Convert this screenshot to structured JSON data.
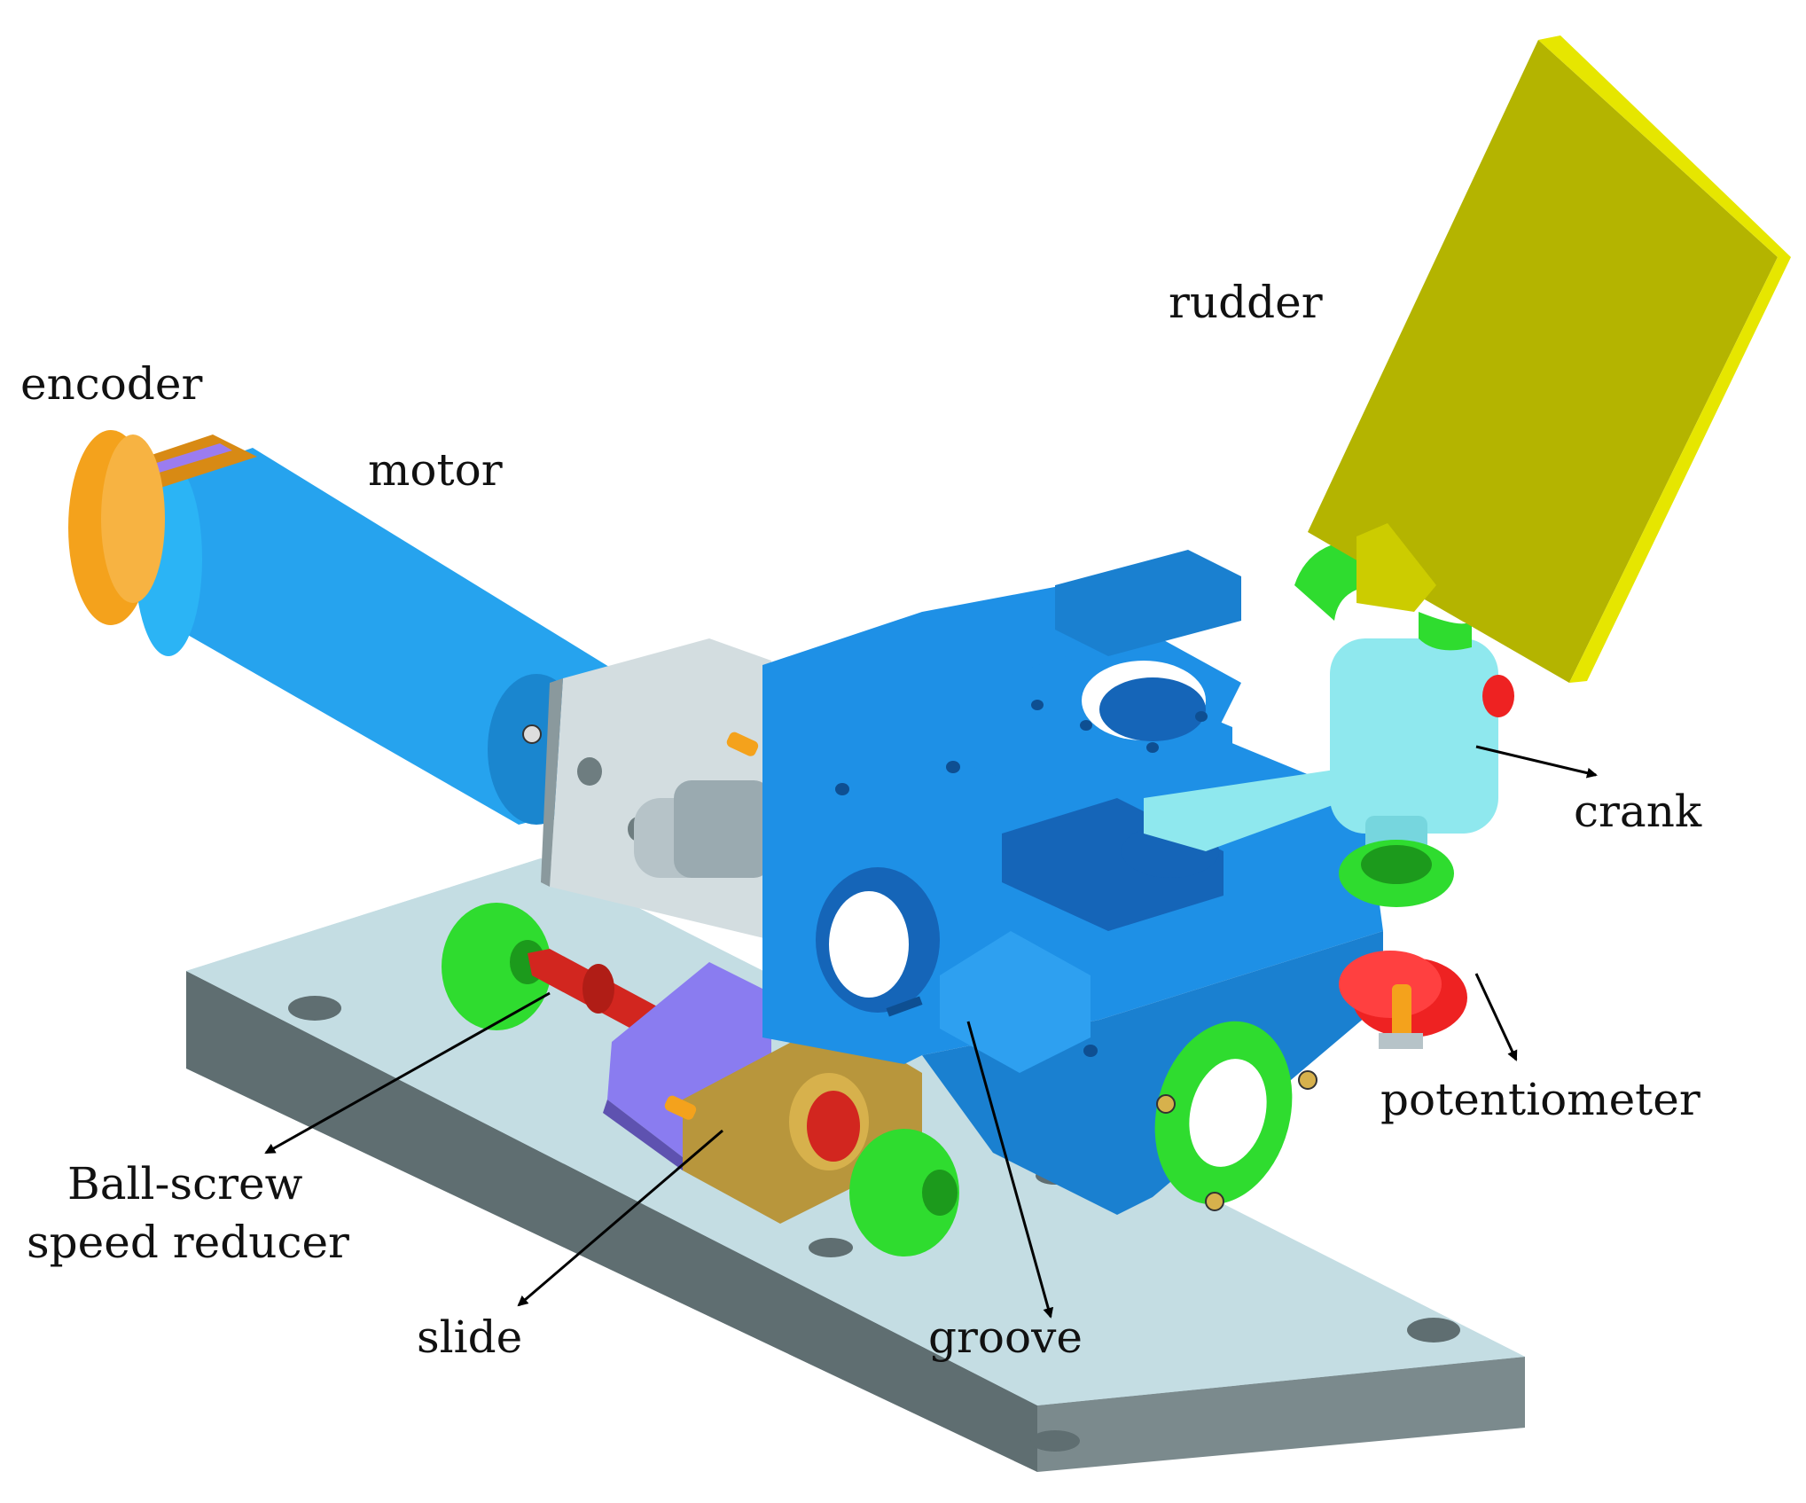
{
  "labels": {
    "encoder": "encoder",
    "motor": "motor",
    "rudder": "rudder",
    "crank": "crank",
    "potentiometer": "potentiometer",
    "ball_screw_line1": "Ball-screw",
    "ball_screw_line2": "speed reducer",
    "slide": "slide",
    "groove": "groove"
  },
  "colors": {
    "base_top": "#c4dde3",
    "base_side": "#7b8a8d",
    "base_front": "#5f6e71",
    "body_blue": "#1e90e6",
    "body_blue_dark": "#1565b8",
    "motor_blue": "#26a3ee",
    "encoder_orange": "#f4a21c",
    "rudder_yellow": "#b4b400",
    "rudder_edge": "#e6e600",
    "wheel_green": "#2fdc2f",
    "screw_red": "#d2261f",
    "slide_purple": "#8a7cf0",
    "slide_brass": "#b8963c",
    "crank_cyan": "#8fe8ee",
    "bracket_grey": "#d3dde0",
    "pot_red": "#ee2222"
  }
}
